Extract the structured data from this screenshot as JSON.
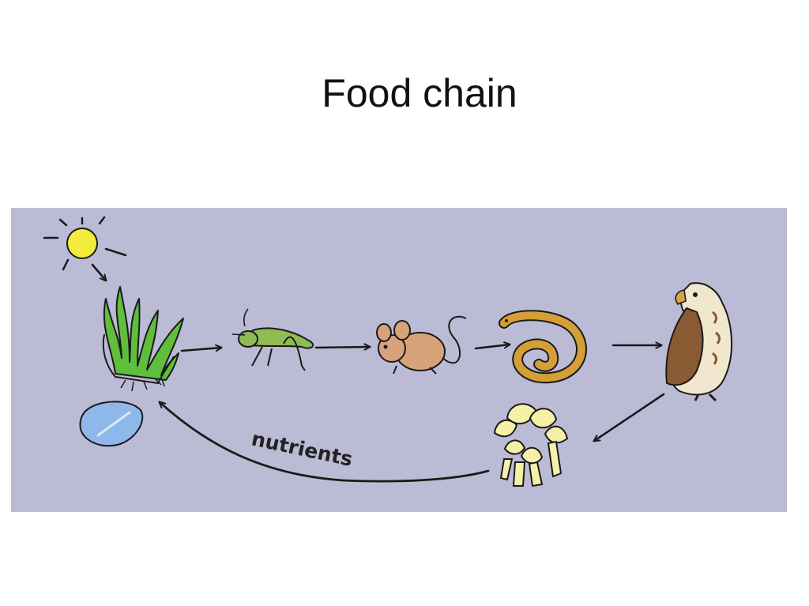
{
  "slide": {
    "title": "Food chain"
  },
  "diagram": {
    "background_color": "#bbbbd6",
    "nodes": [
      {
        "id": "sun",
        "icon": "sun-icon"
      },
      {
        "id": "water",
        "icon": "water-droplet-icon"
      },
      {
        "id": "grass",
        "icon": "grass-icon"
      },
      {
        "id": "grasshopper",
        "icon": "grasshopper-icon"
      },
      {
        "id": "mouse",
        "icon": "mouse-icon"
      },
      {
        "id": "snake",
        "icon": "snake-icon"
      },
      {
        "id": "hawk",
        "icon": "hawk-icon"
      },
      {
        "id": "mushrooms",
        "icon": "mushrooms-icon"
      }
    ],
    "edges": [
      {
        "from": "sun",
        "to": "grass"
      },
      {
        "from": "grass",
        "to": "grasshopper"
      },
      {
        "from": "grasshopper",
        "to": "mouse"
      },
      {
        "from": "mouse",
        "to": "snake"
      },
      {
        "from": "snake",
        "to": "hawk"
      },
      {
        "from": "hawk",
        "to": "mushrooms"
      },
      {
        "from": "mushrooms",
        "to": "grass",
        "label": "nutrients"
      }
    ],
    "nutrients_label": "nutrients"
  }
}
